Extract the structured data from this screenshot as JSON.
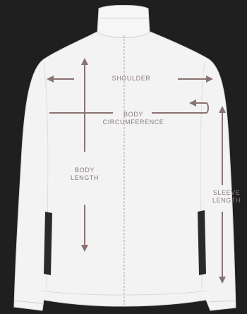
{
  "labels": {
    "shoulder": "SHOULDER",
    "body_circumference": "BODY\nCIRCUMFERENCE",
    "body_length": "BODY\nLENGTH",
    "sleeve_length": "SLEEVE\nLENGTH"
  },
  "colors": {
    "background": "#1f1f1f",
    "jacket": "#f3f3f3",
    "arrow": "#8a7272"
  }
}
